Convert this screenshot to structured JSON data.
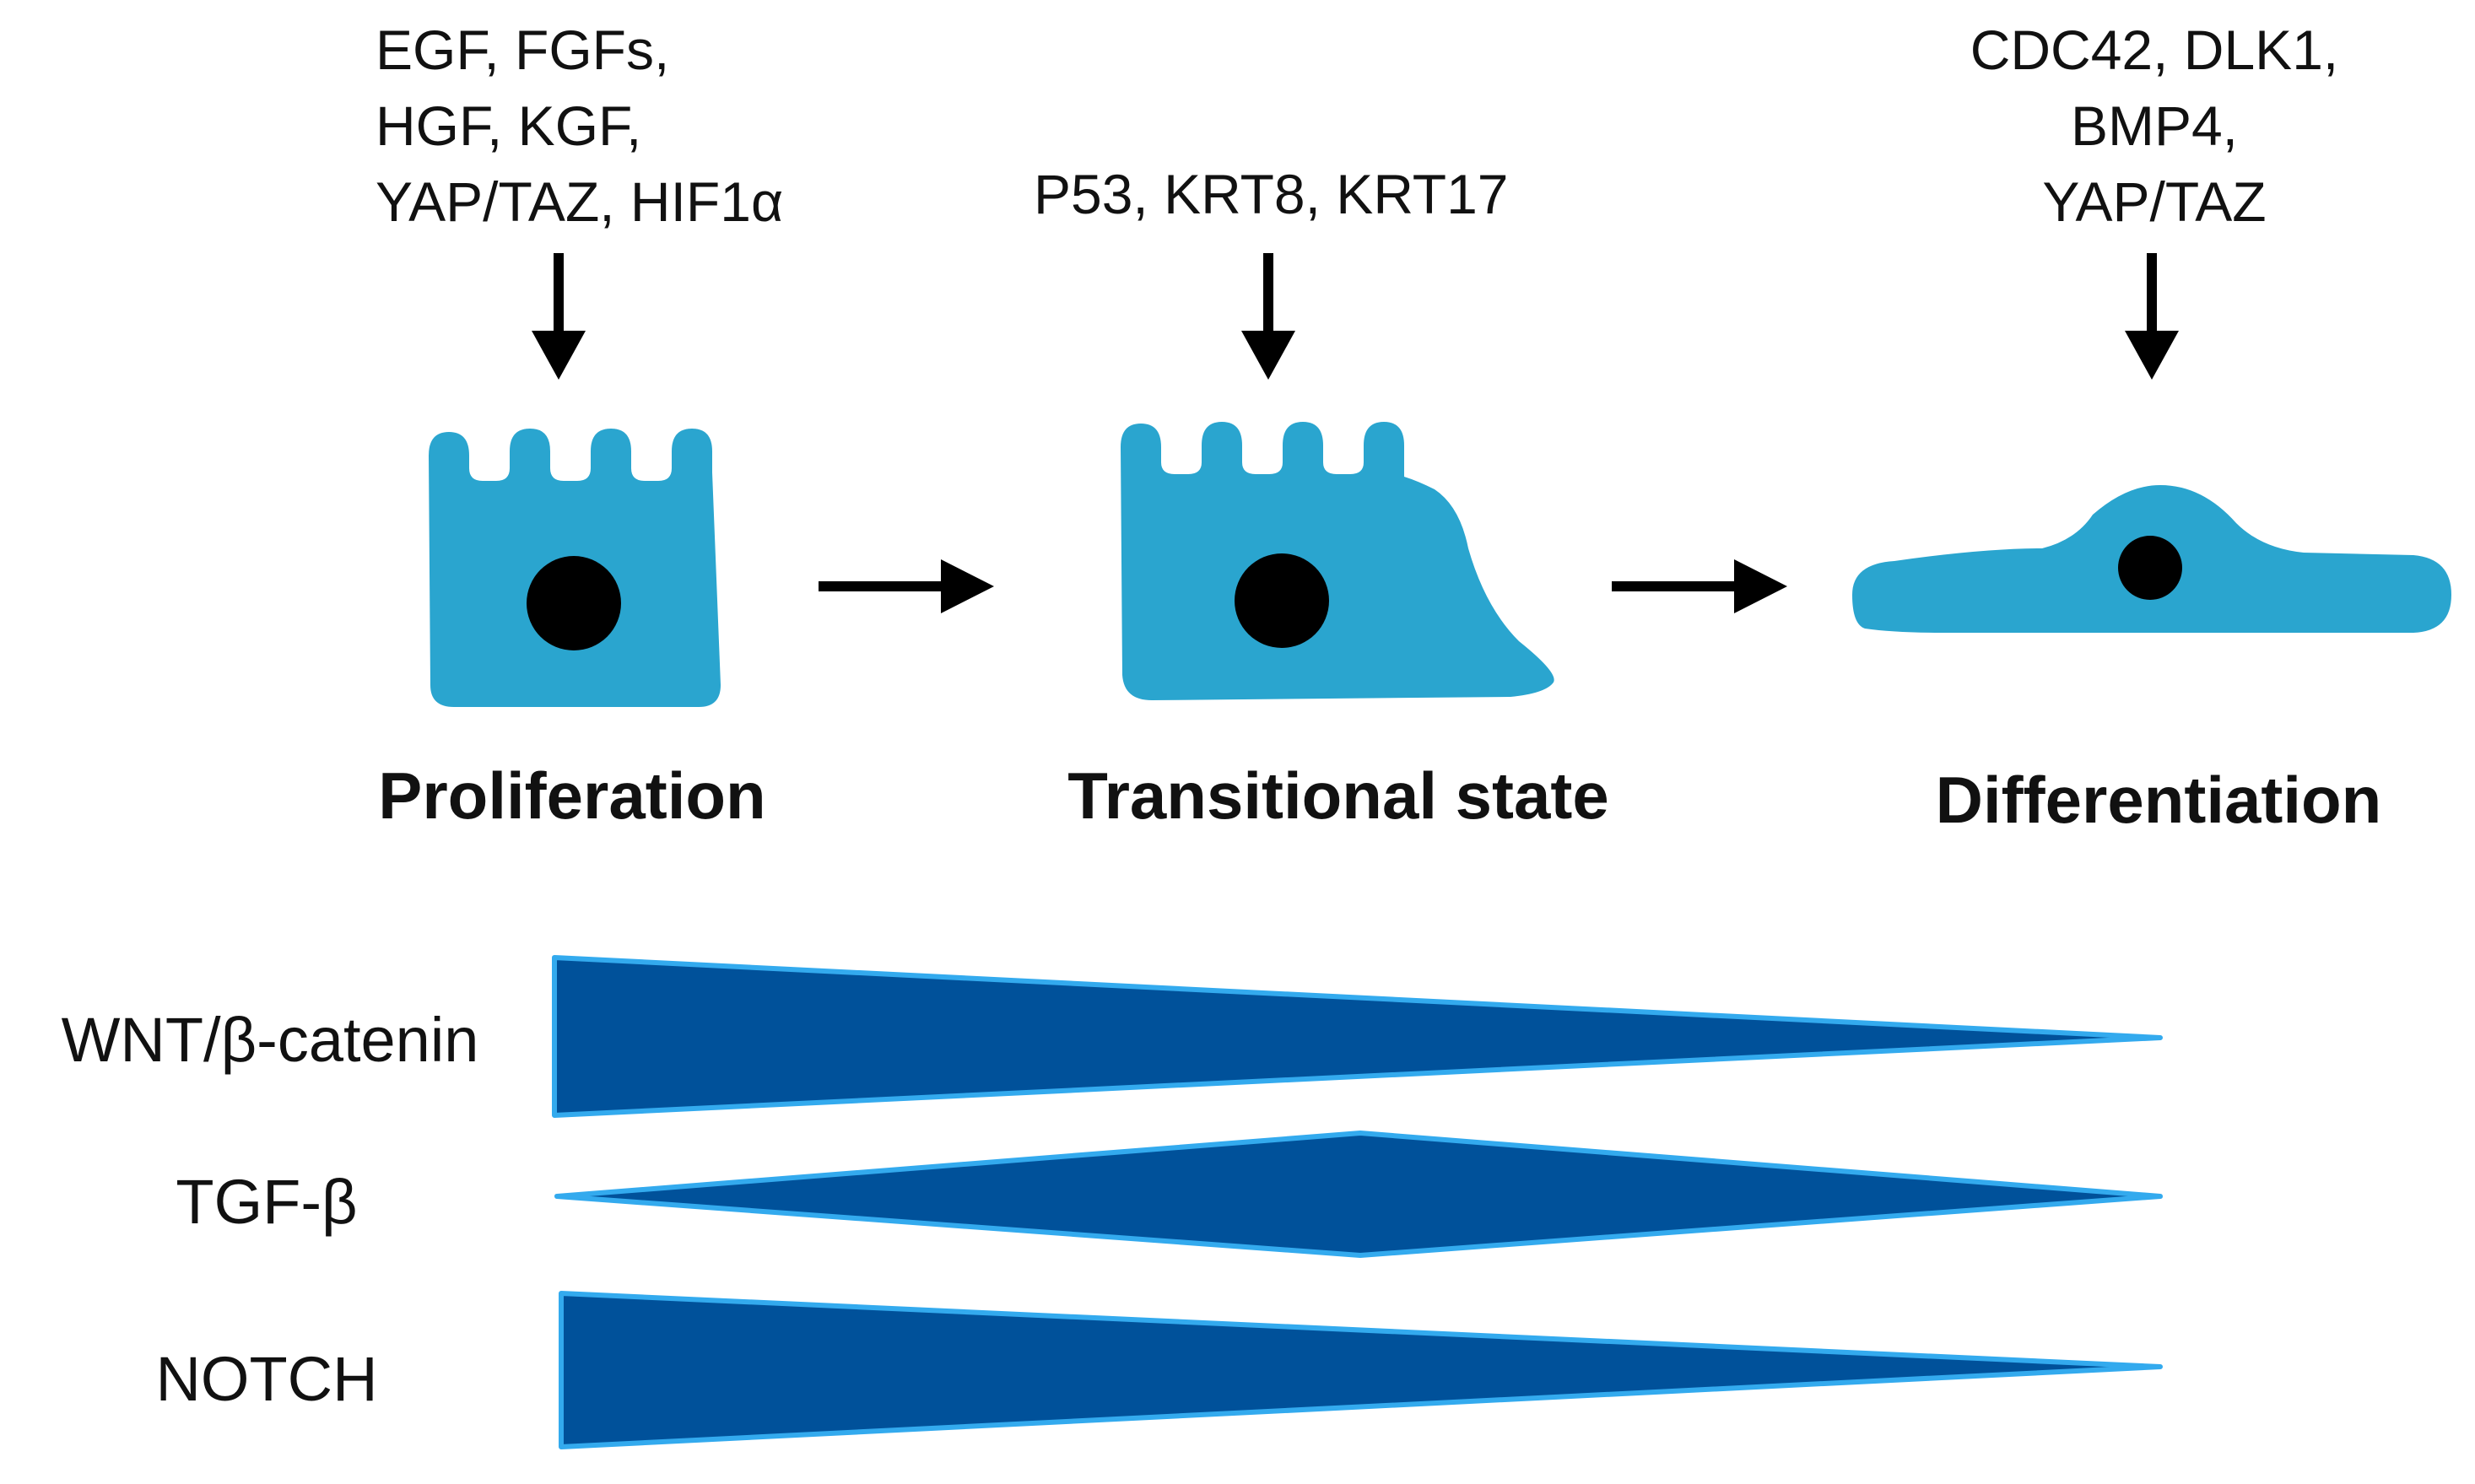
{
  "colors": {
    "cell_fill": "#2aa5cf",
    "nucleus": "#000000",
    "arrow": "#000000",
    "wedge_fill": "#00519a",
    "wedge_stroke": "#33aaee"
  },
  "stages": [
    {
      "name": "Proliferation",
      "factors": [
        "EGF, FGFs,",
        "HGF, KGF,",
        "YAP/TAZ, HIF1α"
      ]
    },
    {
      "name": "Transitional state",
      "factors": [
        "P53, KRT8, KRT17"
      ]
    },
    {
      "name": "Differentiation",
      "factors": [
        "CDC42, DLK1,",
        "BMP4,",
        "YAP/TAZ"
      ]
    }
  ],
  "pathways": [
    {
      "label": "WNT/β-catenin",
      "profile": "decreasing"
    },
    {
      "label": "TGF-β",
      "profile": "peak-middle"
    },
    {
      "label": "NOTCH",
      "profile": "decreasing"
    }
  ]
}
